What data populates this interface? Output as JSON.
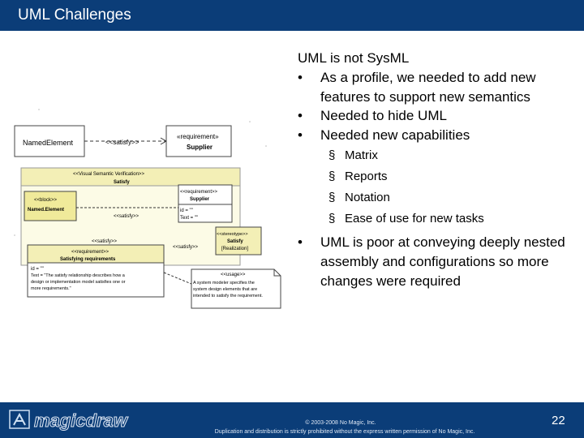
{
  "slide": {
    "title": "UML Challenges",
    "heading": "UML is not SysML",
    "bullets": [
      "As a profile, we needed to add new features to support new semantics",
      "Needed to hide UML",
      "Needed new capabilities"
    ],
    "subbullets": [
      "Matrix",
      "Reports",
      "Notation",
      "Ease of use for new tasks"
    ],
    "bullet_last": "UML is poor at conveying deeply nested assembly and configurations so more changes were required",
    "bullet_glyph": "•",
    "sub_glyph": "§"
  },
  "diagram": {
    "named_element": "NamedElement",
    "satisfy_stereo": "<<satisfy>>",
    "requirement_stereo": "«requirement»",
    "supplier": "Supplier",
    "visual_semantic": "<<Visual Semantic Verification>>",
    "satisfy": "Satisfy",
    "block_stereo": "<<block>>",
    "block_name": "Named.Element",
    "supplier2_stereo": "<<requirement>>",
    "supplier2": "Supplier",
    "id_text": "id = \"\"",
    "text_text": "Text = \"\"",
    "satisfy_label": "<<satisfy>>",
    "satisfying_stereo": "<<requirement>>",
    "satisfying": "Satisfying requirements",
    "satisfying_body": "Text = \"The satisfy relationship describes how a design or implementation model satisfies one or more requirements.\"",
    "stereotype_stereo": "<<stereotype>>",
    "stereotype_name": "Satisfy",
    "stereotype_sub": "[Realization]",
    "usage_stereo": "<<usage>>",
    "note_text": "A system modeler specifies the system design elements that are intended to satisfy the requirement."
  },
  "footer": {
    "logo_text": "magicdraw",
    "copyright": "© 2003-2008 No Magic, Inc.",
    "notice": "Duplication and distribution is strictly prohibited without the express written permission of No Magic, Inc.",
    "page": "22"
  }
}
